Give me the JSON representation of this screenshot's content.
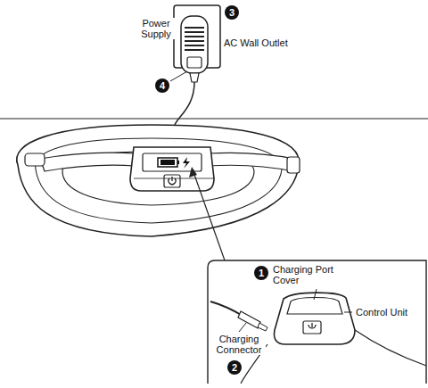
{
  "diagram": {
    "labels": [
      "3",
      "Power Supply",
      "AC Wall Outlet",
      "4",
      "1",
      "Charging Port Cover",
      "Control Unit",
      "Charging Connector",
      "2"
    ]
  }
}
